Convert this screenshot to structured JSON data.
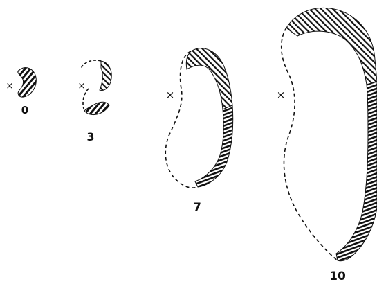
{
  "stages": [
    {
      "label": "0",
      "origin_mark": "×"
    },
    {
      "label": "3",
      "origin_mark": "×"
    },
    {
      "label": "7",
      "origin_mark": "×"
    },
    {
      "label": "10",
      "origin_mark": "×"
    }
  ],
  "colors": {
    "ink": "#111111",
    "background": "#ffffff"
  }
}
